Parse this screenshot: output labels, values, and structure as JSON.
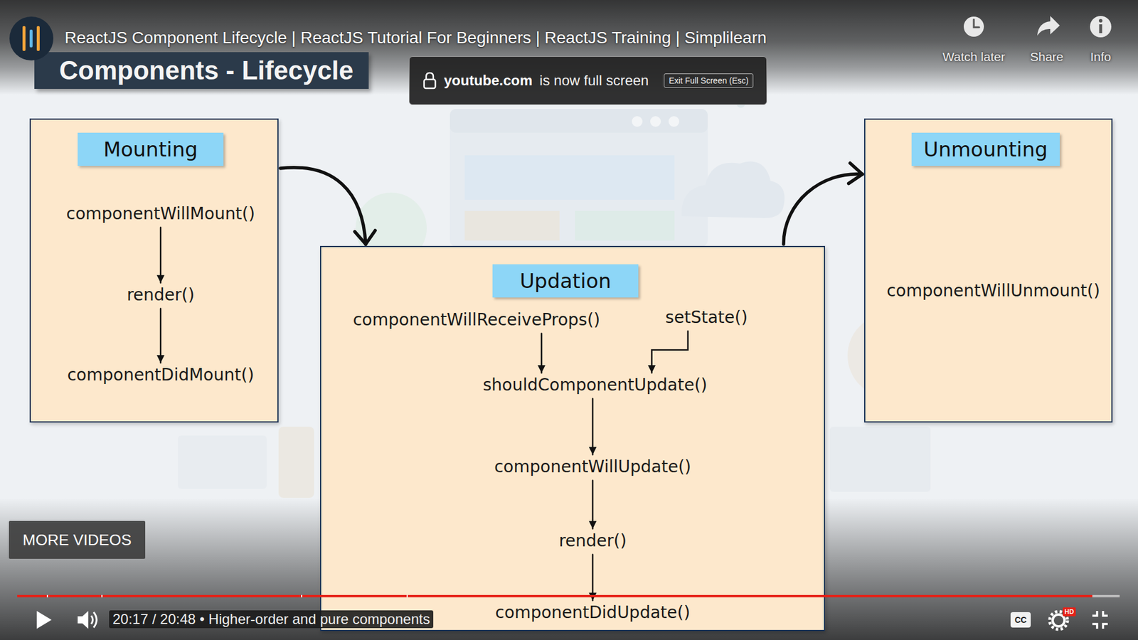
{
  "diagram": {
    "title": "Components - Lifecycle",
    "nodes": [
      {
        "text": [
          "Mounting"
        ]
      },
      {
        "text": [
          "componentWillMount()"
        ],
        "in": 0
      },
      {
        "text": [
          "render()"
        ],
        "in": 0
      },
      {
        "text": [
          "componentDidMount()"
        ],
        "in": 0
      },
      {
        "text": [
          "Updation"
        ]
      },
      {
        "text": [
          "componentWillReceiveProps()"
        ],
        "in": 4
      },
      {
        "text": [
          "setState()"
        ],
        "in": 4
      },
      {
        "text": [
          "shouldComponentUpdate()"
        ],
        "in": 4
      },
      {
        "text": [
          "componentWillUpdate()"
        ],
        "in": 4
      },
      {
        "text": [
          "render()"
        ],
        "in": 4
      },
      {
        "text": [
          "componentDidUpdate()"
        ],
        "in": 4
      },
      {
        "text": [
          "Unmounting"
        ]
      },
      {
        "text": [
          "componentWillUnmount()"
        ],
        "in": 11
      }
    ],
    "edges": [
      {
        "from": 1,
        "to": 2,
        "arrow": "to"
      },
      {
        "from": 2,
        "to": 3,
        "arrow": "to"
      },
      {
        "from": 5,
        "to": 7,
        "arrow": "to"
      },
      {
        "from": 6,
        "to": 7,
        "arrow": "to"
      },
      {
        "from": 7,
        "to": 8,
        "arrow": "to"
      },
      {
        "from": 8,
        "to": 9,
        "arrow": "to"
      },
      {
        "from": 9,
        "to": 10,
        "arrow": "to"
      },
      {
        "from": 0,
        "to": 4,
        "arrow": "to"
      },
      {
        "from": 4,
        "to": 11,
        "arrow": "to"
      }
    ],
    "labels": [
      "ReactJS Component Lifecycle | ReactJS Tutorial For Beginners | ReactJS Training | Simplilearn",
      "youtube.com",
      "is now full screen",
      "Exit Full Screen (Esc)",
      "Watch later",
      "Share",
      "Info",
      "MORE VIDEOS",
      "20:17 / 20:48 • Higher-order and pure components",
      "CC",
      "HD"
    ]
  }
}
